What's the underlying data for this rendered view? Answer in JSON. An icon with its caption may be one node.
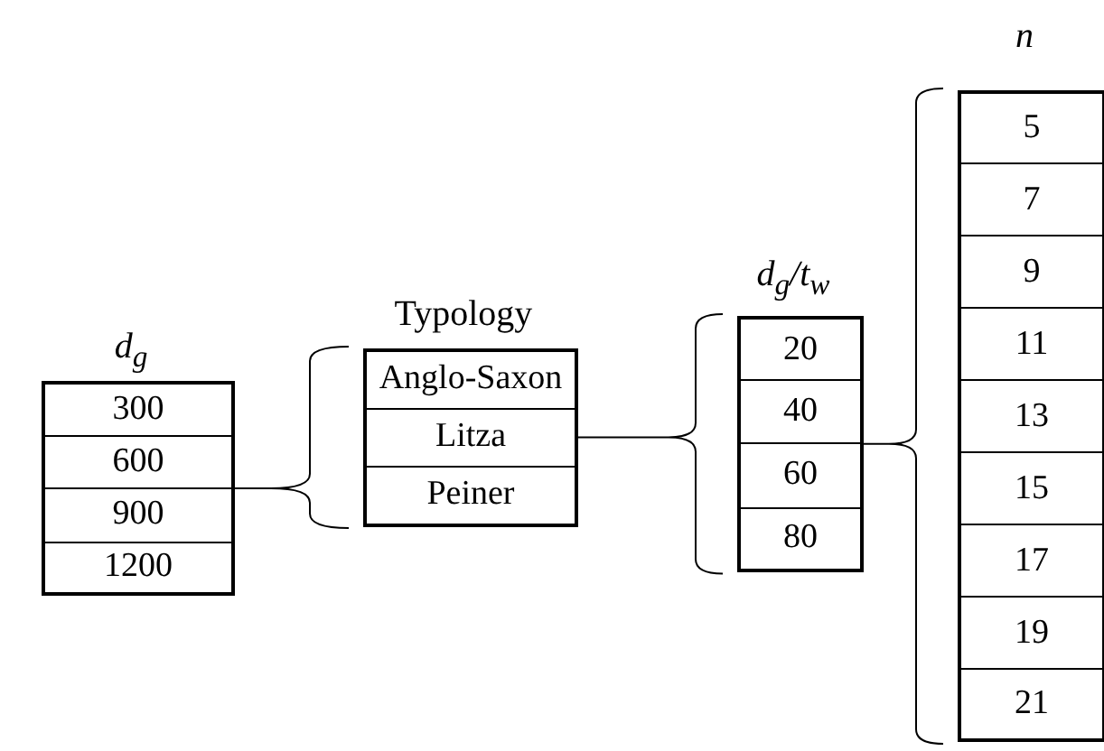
{
  "diagram": {
    "nodes": [
      {
        "text": [
          "d$_{g}$"
        ]
      },
      {
        "text": [
          "300"
        ],
        "in": 0
      },
      {
        "text": [
          "600"
        ],
        "in": 0
      },
      {
        "text": [
          "900"
        ],
        "in": 0
      },
      {
        "text": [
          "1200"
        ],
        "in": 0
      },
      {
        "text": [
          "Typology"
        ]
      },
      {
        "text": [
          "Anglo-Saxon"
        ],
        "in": 5
      },
      {
        "text": [
          "Litza"
        ],
        "in": 5
      },
      {
        "text": [
          "Peiner"
        ],
        "in": 5
      },
      {
        "text": [
          "d$_{g}$/t$_{w}$"
        ]
      },
      {
        "text": [
          "20"
        ],
        "in": 9
      },
      {
        "text": [
          "40"
        ],
        "in": 9
      },
      {
        "text": [
          "60"
        ],
        "in": 9
      },
      {
        "text": [
          "80"
        ],
        "in": 9
      },
      {
        "text": [
          "n"
        ]
      },
      {
        "text": [
          "5"
        ],
        "in": 14
      },
      {
        "text": [
          "7"
        ],
        "in": 14
      },
      {
        "text": [
          "9"
        ],
        "in": 14
      },
      {
        "text": [
          "11"
        ],
        "in": 14
      },
      {
        "text": [
          "13"
        ],
        "in": 14
      },
      {
        "text": [
          "15"
        ],
        "in": 14
      },
      {
        "text": [
          "17"
        ],
        "in": 14
      },
      {
        "text": [
          "19"
        ],
        "in": 14
      },
      {
        "text": [
          "21"
        ],
        "in": 14
      }
    ],
    "edges": [
      {
        "from": 0,
        "to": 5,
        "arrow": "none"
      },
      {
        "from": 5,
        "to": 9,
        "arrow": "none"
      },
      {
        "from": 9,
        "to": 14,
        "arrow": "none"
      }
    ]
  }
}
